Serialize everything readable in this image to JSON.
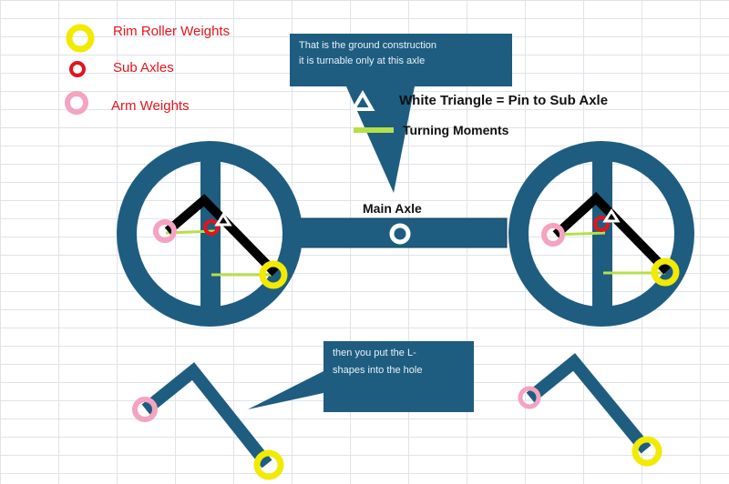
{
  "legend": {
    "rim_roller_weights": "Rim Roller Weights",
    "sub_axles": "Sub Axles",
    "arm_weights": "Arm Weights"
  },
  "callout_top": {
    "line1": "That is the ground construction",
    "line2": "it is turnable only at this axle"
  },
  "callout_bottom": {
    "line1": "then you put the L-",
    "line2": "shapes into the hole"
  },
  "notes": {
    "white_triangle": "White Triangle = Pin to Sub Axle",
    "turning_moments": "Turning Moments",
    "main_axle": "Main Axle"
  },
  "colors": {
    "frame": "#1e5d80",
    "frame_outline": "#153f58",
    "rim_weight": "#f2ea00",
    "sub_axle": "#e3141b",
    "arm_weight": "#f4a3c0",
    "turning_moment": "#b4e04a",
    "arm": "#000000",
    "legend_text": "#e8141c"
  }
}
